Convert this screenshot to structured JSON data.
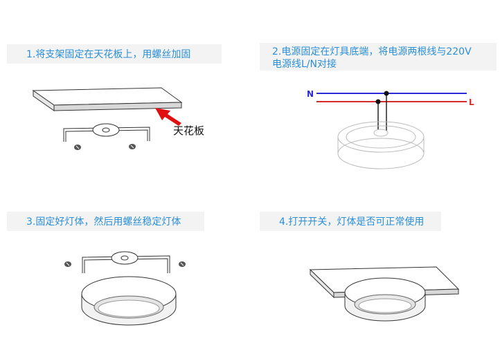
{
  "steps": [
    {
      "caption": "1.将支架固定在天花板上，用螺丝加固",
      "label": "天花板"
    },
    {
      "caption_line1": "2.电源固定在灯具底端，将电源两根线与220V",
      "caption_line2": "电源线L/N对接",
      "wire_n": "N",
      "wire_l": "L"
    },
    {
      "caption": "3.固定好灯体，然后用螺丝稳定灯体"
    },
    {
      "caption": "4.打开开关，灯体是否可正常使用"
    }
  ],
  "colors": {
    "caption_text": "#2b8fd6",
    "caption_bg": "#f3f3f3",
    "wire_n": "#2a2ad6",
    "wire_l": "#d62a2a",
    "arrow": "#e01010"
  }
}
